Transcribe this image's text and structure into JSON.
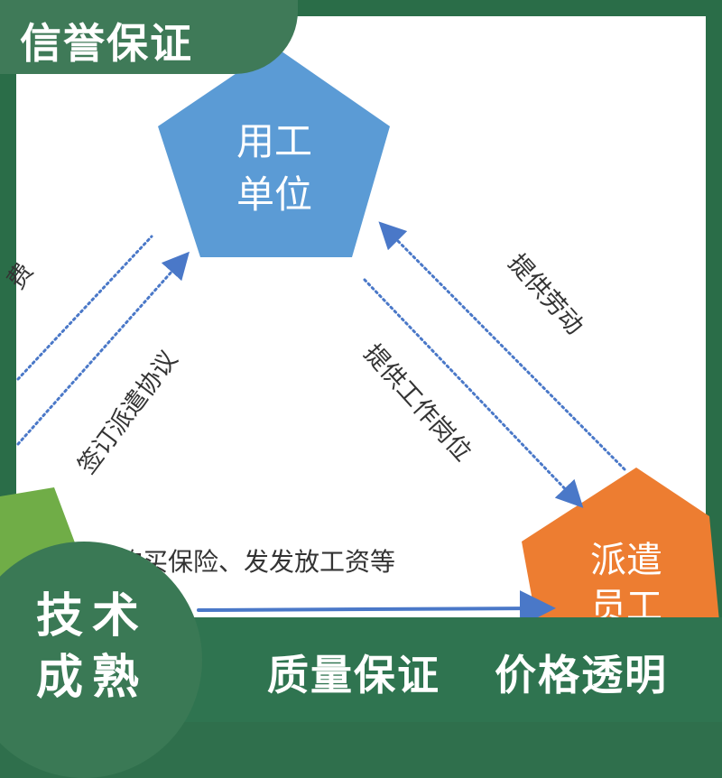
{
  "header": {
    "title": "信誉保证"
  },
  "diagram": {
    "nodes": [
      {
        "name": "employer",
        "label_line1": "用工",
        "label_line2": "单位",
        "color": "#5b9bd5"
      },
      {
        "name": "dispatched-worker",
        "label_line1": "派遣",
        "label_line2": "员工",
        "color": "#ed7d31"
      },
      {
        "name": "agency",
        "color": "#70ad47"
      }
    ],
    "edges": [
      {
        "label": "签订派遣协议"
      },
      {
        "label": "提供工作岗位"
      },
      {
        "label": "提供劳动"
      },
      {
        "label": "购买保险、发发放工资等"
      },
      {
        "label": "费"
      }
    ]
  },
  "footer": {
    "badge_line1": "技术",
    "badge_line2": "成熟",
    "slogan_left": "质量保证",
    "slogan_right": "价格透明"
  }
}
